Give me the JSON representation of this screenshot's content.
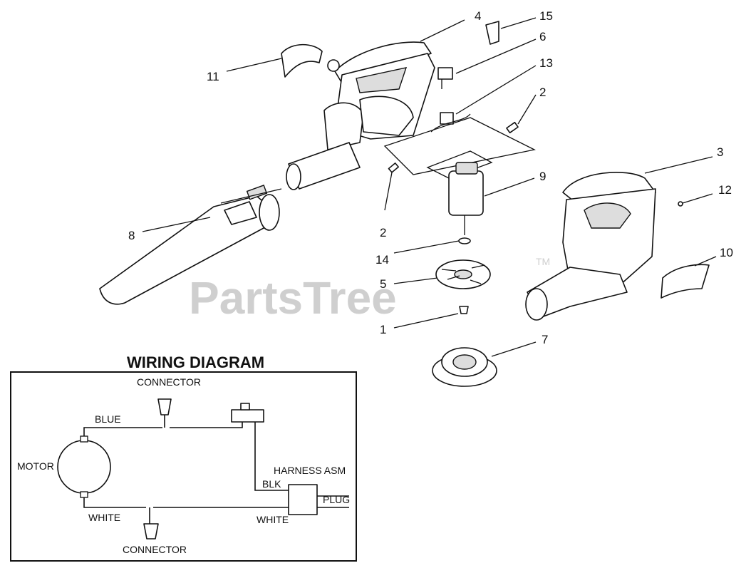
{
  "callouts": [
    {
      "id": "4",
      "text": "4"
    },
    {
      "id": "15",
      "text": "15"
    },
    {
      "id": "6",
      "text": "6"
    },
    {
      "id": "13",
      "text": "13"
    },
    {
      "id": "11",
      "text": "11"
    },
    {
      "id": "2a",
      "text": "2"
    },
    {
      "id": "3",
      "text": "3"
    },
    {
      "id": "9",
      "text": "9"
    },
    {
      "id": "12",
      "text": "12"
    },
    {
      "id": "2b",
      "text": "2"
    },
    {
      "id": "8",
      "text": "8"
    },
    {
      "id": "10",
      "text": "10"
    },
    {
      "id": "14",
      "text": "14"
    },
    {
      "id": "5",
      "text": "5"
    },
    {
      "id": "1",
      "text": "1"
    },
    {
      "id": "7",
      "text": "7"
    }
  ],
  "watermark": {
    "text": "PartsTree",
    "trademark": "TM"
  },
  "wiring": {
    "title": "WIRING DIAGRAM",
    "connector_top": "CONNECTOR",
    "connector_bottom": "CONNECTOR",
    "blue": "BLUE",
    "motor": "MOTOR",
    "white_left": "WHITE",
    "white_right": "WHITE",
    "harness": "HARNESS ASM",
    "blk": "BLK",
    "plug": "PLUG"
  }
}
